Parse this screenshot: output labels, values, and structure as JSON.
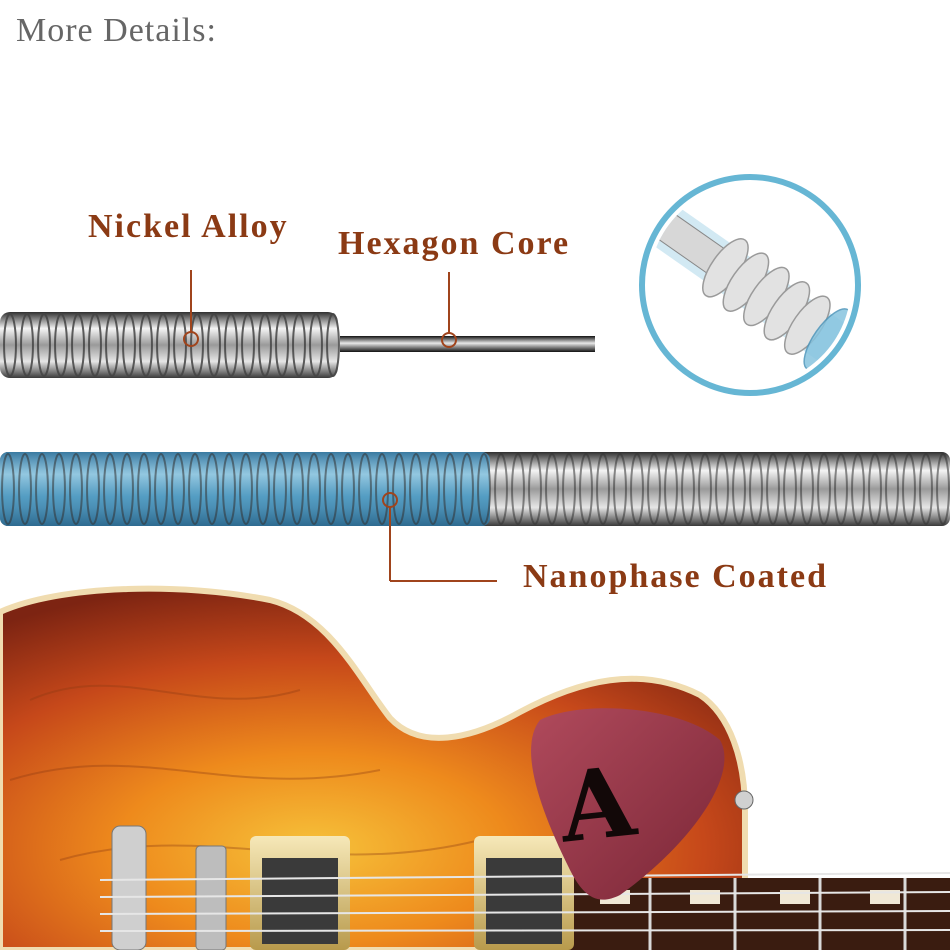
{
  "heading": "More Details:",
  "callouts": {
    "nickel_alloy": "Nickel Alloy",
    "hexagon_core": "Hexagon Core",
    "nanophase_coated": "Nanophase Coated"
  },
  "colors": {
    "callout_text": "#8b3a14",
    "leader_line": "#a0441c",
    "coating_blue": "#4f9cc4",
    "circle_border": "#66b6d4",
    "heading_text": "#666666"
  },
  "icons": {
    "wound_string": "silver-coil",
    "coated_string": "blue-coated-coil",
    "core_closeup": "magnified-hexagon-core",
    "guitar": "sunburst-electric-guitar",
    "pick": "guitar-pick-logo"
  }
}
